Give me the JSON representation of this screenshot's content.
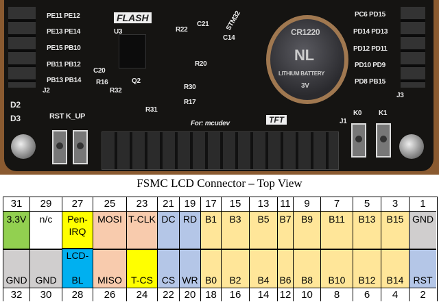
{
  "photo": {
    "header_left_labels": [
      "PE11 PE12",
      "PE13 PE14",
      "PE15 PB10",
      "PB11 PB12",
      "PB13 PB14"
    ],
    "header_right_labels": [
      "PC6 PD15",
      "PD14 PD13",
      "PD12 PD11",
      "PD10 PD9",
      "PD8 PB15"
    ],
    "flash_label": "FLASH",
    "chip_labels": {
      "u3": "U3",
      "r22": "R22",
      "c21": "C21",
      "c14": "C14",
      "c20": "C20",
      "r20": "R20",
      "r16": "R16",
      "r32": "R32",
      "q2": "Q2",
      "r30": "R30",
      "r31": "R31",
      "r17": "R17",
      "j2": "J2",
      "d2": "D2",
      "d3": "D3",
      "rst": "RST K_UP",
      "mcu": "STM32",
      "j3": "J3",
      "j1": "J1",
      "k0": "K0",
      "k1": "K1"
    },
    "credit": "For: mcudev",
    "tft_label": "TFT",
    "battery": {
      "model": "CR1220",
      "brand": "NL",
      "type": "LITHIUM BATTERY",
      "voltage": "3V"
    }
  },
  "diagram": {
    "title": "FSMC LCD Connector – Top View",
    "colors": {
      "power": "#92d050",
      "nc": "#ffffff",
      "touch_yellow": "#ffff00",
      "spi": "#f8cbad",
      "control": "#b4c6e7",
      "data": "#ffe699",
      "ground": "#d0cece",
      "backlight": "#00b0f0"
    },
    "pins": [
      {
        "top_num": "31",
        "top": [
          "3.3V"
        ],
        "top_color": "#92d050",
        "bot": [
          "GND"
        ],
        "bot_color": "#d0cece",
        "bot_num": "32"
      },
      {
        "top_num": "29",
        "top": [
          "n/c"
        ],
        "top_color": "#ffffff",
        "bot": [
          "GND"
        ],
        "bot_color": "#d0cece",
        "bot_num": "30"
      },
      {
        "top_num": "27",
        "top": [
          "Pen-",
          "IRQ"
        ],
        "top_color": "#ffff00",
        "bot": [
          "LCD-",
          "",
          "BL"
        ],
        "bot_color": "#00b0f0",
        "bot_num": "28"
      },
      {
        "top_num": "25",
        "top": [
          "MOSI"
        ],
        "top_color": "#f8cbad",
        "bot": [
          "MISO"
        ],
        "bot_color": "#f8cbad",
        "bot_num": "26"
      },
      {
        "top_num": "23",
        "top": [
          "T-CLK"
        ],
        "top_color": "#f8cbad",
        "bot": [
          "T-CS"
        ],
        "bot_color": "#ffff00",
        "bot_num": "24"
      },
      {
        "top_num": "21",
        "top": [
          "DC"
        ],
        "top_color": "#b4c6e7",
        "bot": [
          "CS"
        ],
        "bot_color": "#b4c6e7",
        "bot_num": "22"
      },
      {
        "top_num": "19",
        "top": [
          "RD"
        ],
        "top_color": "#b4c6e7",
        "bot": [
          "WR"
        ],
        "bot_color": "#b4c6e7",
        "bot_num": "20"
      },
      {
        "top_num": "17",
        "top": [
          "B1"
        ],
        "top_color": "#ffe699",
        "bot": [
          "B0"
        ],
        "bot_color": "#ffe699",
        "bot_num": "18"
      },
      {
        "top_num": "15",
        "top": [
          "B3"
        ],
        "top_color": "#ffe699",
        "bot": [
          "B2"
        ],
        "bot_color": "#ffe699",
        "bot_num": "16"
      },
      {
        "top_num": "13",
        "top": [
          "B5"
        ],
        "top_color": "#ffe699",
        "bot": [
          "B4"
        ],
        "bot_color": "#ffe699",
        "bot_num": "14"
      },
      {
        "top_num": "11",
        "top": [
          "B7"
        ],
        "top_color": "#ffe699",
        "bot": [
          "B6"
        ],
        "bot_color": "#ffe699",
        "bot_num": "12"
      },
      {
        "top_num": "9",
        "top": [
          "B9"
        ],
        "top_color": "#ffe699",
        "bot": [
          "B8"
        ],
        "bot_color": "#ffe699",
        "bot_num": "10"
      },
      {
        "top_num": "7",
        "top": [
          "B11"
        ],
        "top_color": "#ffe699",
        "bot": [
          "B10"
        ],
        "bot_color": "#ffe699",
        "bot_num": "8"
      },
      {
        "top_num": "5",
        "top": [
          "B13"
        ],
        "top_color": "#ffe699",
        "bot": [
          "B12"
        ],
        "bot_color": "#ffe699",
        "bot_num": "6"
      },
      {
        "top_num": "3",
        "top": [
          "B15"
        ],
        "top_color": "#ffe699",
        "bot": [
          "B14"
        ],
        "bot_color": "#ffe699",
        "bot_num": "4"
      },
      {
        "top_num": "1",
        "top": [
          "GND"
        ],
        "top_color": "#d0cece",
        "bot": [
          "RST"
        ],
        "bot_color": "#b4c6e7",
        "bot_num": "2"
      }
    ]
  }
}
